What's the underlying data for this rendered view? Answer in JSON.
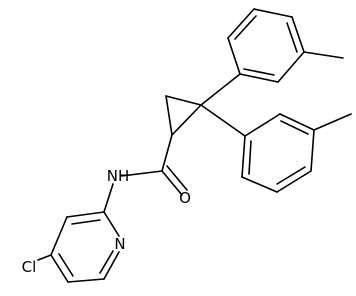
{
  "structure": {
    "atom_labels": {
      "nh": "NH",
      "o": "O",
      "n": "N",
      "cl": "Cl"
    }
  }
}
